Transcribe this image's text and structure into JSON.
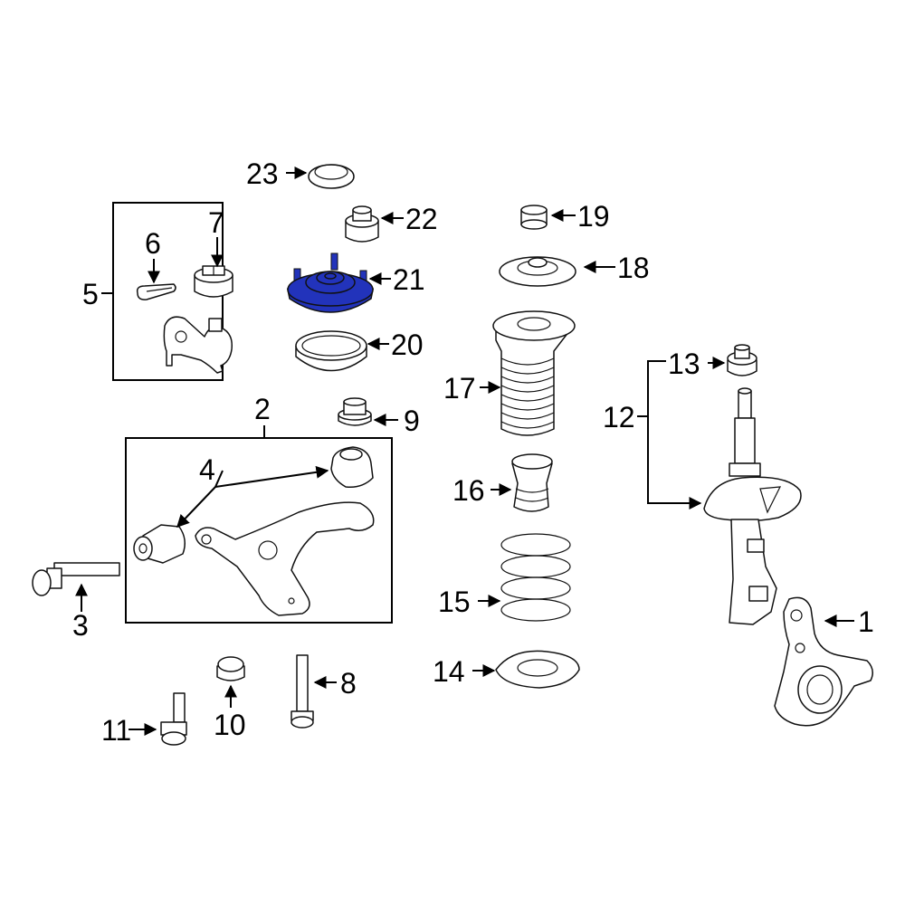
{
  "diagram": {
    "highlight_color": "#2233bb",
    "callouts": {
      "c1": "1",
      "c2": "2",
      "c3": "3",
      "c4": "4",
      "c5": "5",
      "c6": "6",
      "c7": "7",
      "c8": "8",
      "c9": "9",
      "c10": "10",
      "c11": "11",
      "c12": "12",
      "c13": "13",
      "c14": "14",
      "c15": "15",
      "c16": "16",
      "c17": "17",
      "c18": "18",
      "c19": "19",
      "c20": "20",
      "c21": "21",
      "c22": "22",
      "c23": "23"
    }
  }
}
